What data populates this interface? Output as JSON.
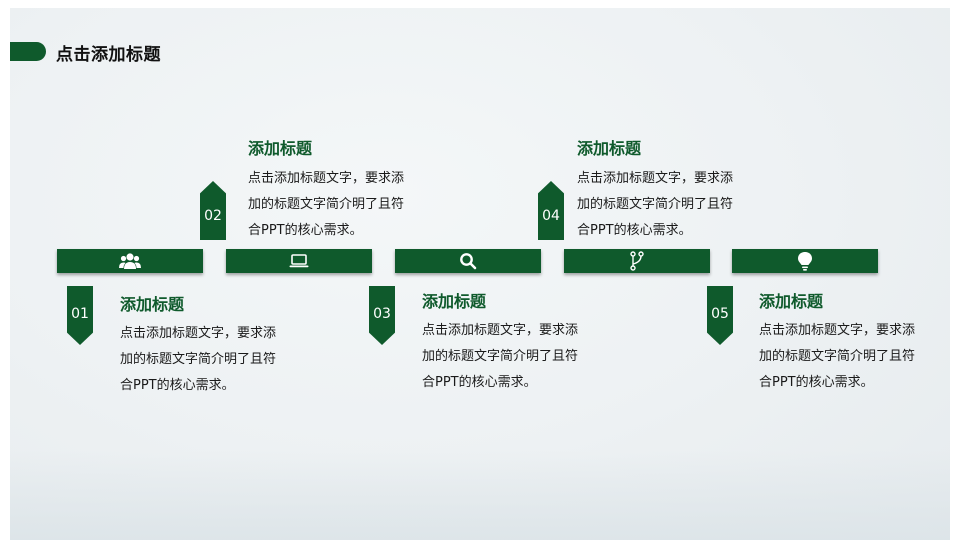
{
  "page_title": "点击添加标题",
  "items": [
    {
      "num": "01",
      "heading": "添加标题",
      "text": "点击添加标题文字，要求添加的标题文字简介明了且符合PPT的核心需求。"
    },
    {
      "num": "02",
      "heading": "添加标题",
      "text": "点击添加标题文字，要求添加的标题文字简介明了且符合PPT的核心需求。"
    },
    {
      "num": "03",
      "heading": "添加标题",
      "text": "点击添加标题文字，要求添加的标题文字简介明了且符合PPT的核心需求。"
    },
    {
      "num": "04",
      "heading": "添加标题",
      "text": "点击添加标题文字，要求添加的标题文字简介明了且符合PPT的核心需求。"
    },
    {
      "num": "05",
      "heading": "添加标题",
      "text": "点击添加标题文字，要求添加的标题文字简介明了且符合PPT的核心需求。"
    }
  ],
  "segment_icons": [
    "team-icon",
    "laptop-icon",
    "search-icon",
    "git-branch-icon",
    "lightbulb-icon"
  ],
  "colors": {
    "accent": "#0f5a2c",
    "text": "#1a1a1a"
  }
}
